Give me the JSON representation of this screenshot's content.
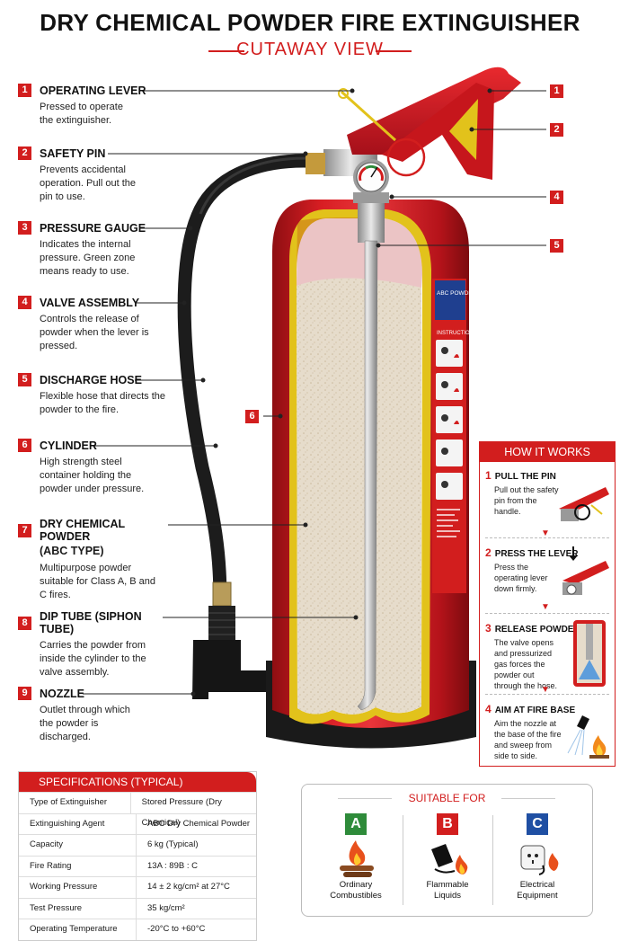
{
  "title": "DRY CHEMICAL POWDER FIRE EXTINGUISHER",
  "subtitle": "CUTAWAY VIEW",
  "parts": [
    {
      "num": "1",
      "title": "OPERATING LEVER",
      "desc": "Pressed to operate the extinguisher."
    },
    {
      "num": "2",
      "title": "SAFETY PIN",
      "desc": "Prevents accidental operation. Pull out the pin to use."
    },
    {
      "num": "3",
      "title": "PRESSURE GAUGE",
      "desc": "Indicates the internal pressure. Green zone means ready to use."
    },
    {
      "num": "4",
      "title": "VALVE ASSEMBLY",
      "desc": "Controls the release of powder when the lever is pressed."
    },
    {
      "num": "5",
      "title": "DISCHARGE HOSE",
      "desc": "Flexible hose that directs the powder to the fire."
    },
    {
      "num": "6",
      "title": "CYLINDER",
      "desc": "High strength steel container holding the powder under pressure."
    },
    {
      "num": "7",
      "title": "DRY CHEMICAL POWDER",
      "title2": "(ABC TYPE)",
      "desc": "Multipurpose powder suitable for Class A, B and C fires."
    },
    {
      "num": "8",
      "title": "DIP TUBE (SIPHON TUBE)",
      "desc": "Carries the powder from inside the cylinder to the valve assembly."
    },
    {
      "num": "9",
      "title": "NOZZLE",
      "desc": "Outlet through which the powder is discharged."
    }
  ],
  "callouts": [
    "1",
    "2",
    "4",
    "5",
    "6"
  ],
  "label_text": "ABC POWDER",
  "instructions_text": "INSTRUCTIONS",
  "how_it_works": {
    "title": "HOW IT WORKS",
    "steps": [
      {
        "num": "1",
        "title": "PULL THE PIN",
        "desc": "Pull out the safety pin from the handle."
      },
      {
        "num": "2",
        "title": "PRESS THE LEVER",
        "desc": "Press the operating lever down firmly."
      },
      {
        "num": "3",
        "title": "RELEASE POWDER",
        "desc": "The valve opens and pressurized gas forces the powder out through the hose."
      },
      {
        "num": "4",
        "title": "AIM AT FIRE BASE",
        "desc": "Aim the nozzle at the base of the fire and sweep from side to side."
      }
    ]
  },
  "specs": {
    "title": "SPECIFICATIONS (TYPICAL)",
    "rows": [
      {
        "k": "Type of Extinguisher",
        "v": "Stored Pressure (Dry Chemical)"
      },
      {
        "k": "Extinguishing Agent",
        "v": "ABC Dry Chemical Powder"
      },
      {
        "k": "Capacity",
        "v": "6 kg (Typical)"
      },
      {
        "k": "Fire Rating",
        "v": "13A : 89B : C"
      },
      {
        "k": "Working Pressure",
        "v": "14 ± 2 kg/cm² at 27°C"
      },
      {
        "k": "Test Pressure",
        "v": "35 kg/cm²"
      },
      {
        "k": "Operating Temperature",
        "v": "-20°C to +60°C"
      }
    ]
  },
  "suitable": {
    "title": "SUITABLE FOR",
    "classes": [
      {
        "letter": "A",
        "color": "#2e8b3a",
        "label1": "Ordinary",
        "label2": "Combustibles"
      },
      {
        "letter": "B",
        "color": "#d21e1e",
        "label1": "Flammable",
        "label2": "Liquids"
      },
      {
        "letter": "C",
        "color": "#1f4fa3",
        "label1": "Electrical",
        "label2": "Equipment"
      }
    ]
  },
  "colors": {
    "accent": "#d21e1e",
    "cylinder": "#c8161b",
    "powder": "#e6dccb",
    "yellow": "#e2c21b"
  }
}
